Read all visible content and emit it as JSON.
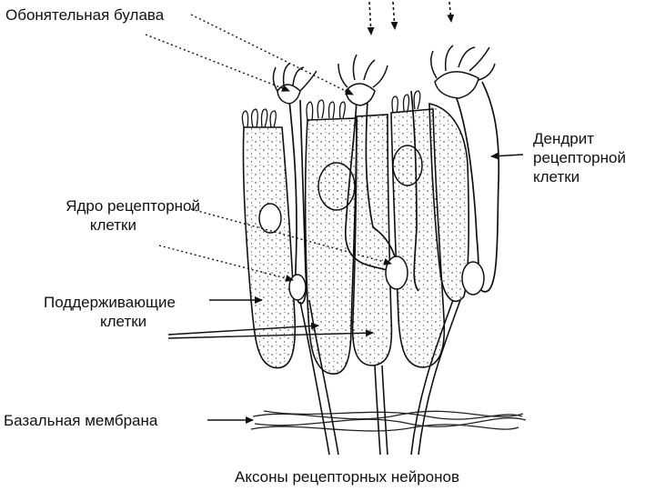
{
  "labels": {
    "olfactory_club": "Обонятельная булава",
    "receptor_nucleus": [
      "Ядро рецепторной",
      "клетки"
    ],
    "supporting_cells": [
      "Поддерживающие",
      "клетки"
    ],
    "basal_membrane": "Базальная мембрана",
    "receptor_dendrite": [
      "Дендрит",
      "рецепторной",
      "клетки"
    ],
    "receptor_axons": "Аксоны рецепторных нейронов"
  },
  "colors": {
    "ink": "#111111",
    "paper": "#ffffff"
  }
}
